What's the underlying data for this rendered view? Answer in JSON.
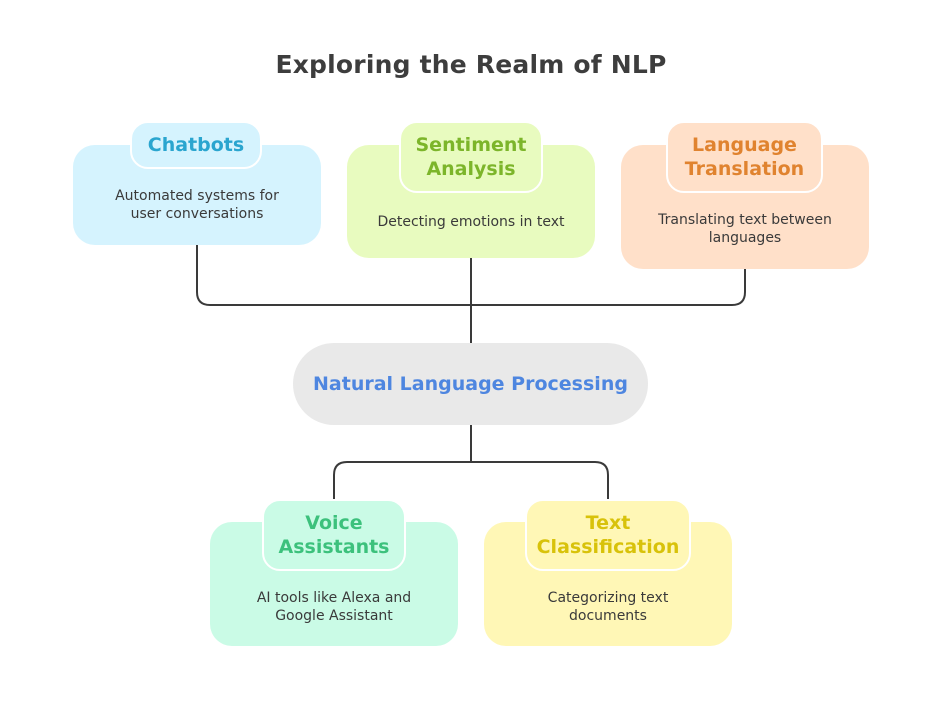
{
  "title": "Exploring the Realm of NLP",
  "center": {
    "label": "Natural Language Processing",
    "color": "#4e86e0"
  },
  "top_cards": [
    {
      "title": "Chatbots",
      "description": "Automated systems for user conversations",
      "bg": "#d5f3fe",
      "title_color": "#2aa5cf"
    },
    {
      "title": "Sentiment Analysis",
      "description": "Detecting emotions in text",
      "bg": "#e8fbbf",
      "title_color": "#7cb52a"
    },
    {
      "title": "Language Translation",
      "description": "Translating text between languages",
      "bg": "#ffe0c9",
      "title_color": "#e0832f"
    }
  ],
  "bottom_cards": [
    {
      "title": "Voice Assistants",
      "description": "AI tools like Alexa and Google Assistant",
      "bg": "#cafbe6",
      "title_color": "#3cc17c"
    },
    {
      "title": "Text Classification",
      "description": "Categorizing text documents",
      "bg": "#fff7b6",
      "title_color": "#d8c20a"
    }
  ],
  "connector_color": "#3a3a3a"
}
